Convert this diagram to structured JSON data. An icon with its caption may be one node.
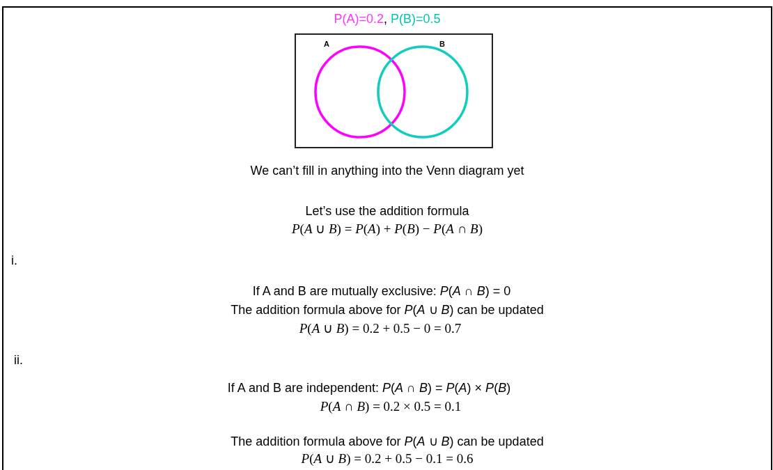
{
  "diagram": {
    "title": "P(A)=0.2, P(B)=0.5",
    "nodes": [
      {
        "text": [],
        "shape": "box"
      },
      {
        "text": [
          "A"
        ],
        "in": 0
      },
      {
        "text": [
          "B"
        ],
        "in": 0
      }
    ],
    "labels": [
      "We can’t fill in anything into the Venn diagram yet",
      "Let’s use the addition formula",
      "*P*(*A* ∪ *B*) = *P*(*A*) + *P*(*B*) − *P*(*A* ∩ *B*)",
      "i.",
      "If A and B are mutually exclusive: *P*(*A* ∩ *B*) = 0",
      "The addition formula above for *P*(*A* ∪ *B*) can be updated",
      "*P*(*A* ∪ *B*) = 0.2 + 0.5 − 0 = 0.7",
      "ii.",
      "If A and B are independent: *P*(*A* ∩ *B*) = *P*(*A*) × *P*(*B*)",
      "*P*(*A* ∩ *B*) = 0.2  × 0.5 = 0.1",
      "The addition formula above for *P*(*A* ∪ *B*) can be updated",
      "*P*(*A* ∪ *B*) = 0.2 + 0.5 − 0.1 = 0.6"
    ]
  }
}
